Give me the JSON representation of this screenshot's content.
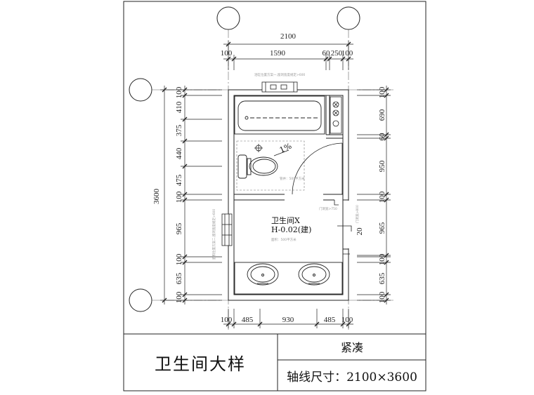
{
  "title_block": {
    "title": "卫生间大样",
    "subtitle": "紧凑",
    "axis_size": "轴线尺寸：2100×3600"
  },
  "room": {
    "name": "卫生间X",
    "level": "H-0.02(建)",
    "slope": "1%"
  },
  "dims": {
    "top_total": "2100",
    "top_parts": [
      "100",
      "1590",
      "60",
      "250",
      "100"
    ],
    "bottom_parts": [
      "100",
      "485",
      "930",
      "485",
      "100"
    ],
    "left_total": "3600",
    "left_parts": [
      "100",
      "410",
      "375",
      "440",
      "475",
      "100",
      "965",
      "100",
      "635",
      "100"
    ],
    "right_parts": [
      "100",
      "690",
      "60",
      "950",
      "100",
      "965",
      "20",
      "100",
      "635",
      "100"
    ]
  },
  "notes": {
    "top_note": "浴缸位置方案一,留洞宽度规定>600",
    "left_note": "面积位置方案二,留洞宽度规定>600",
    "upper_note": "管井：500平方米",
    "mid_note": "门洞宽>750",
    "lower_note": "面积：500平方米",
    "right_note": "门洞宽>800"
  }
}
